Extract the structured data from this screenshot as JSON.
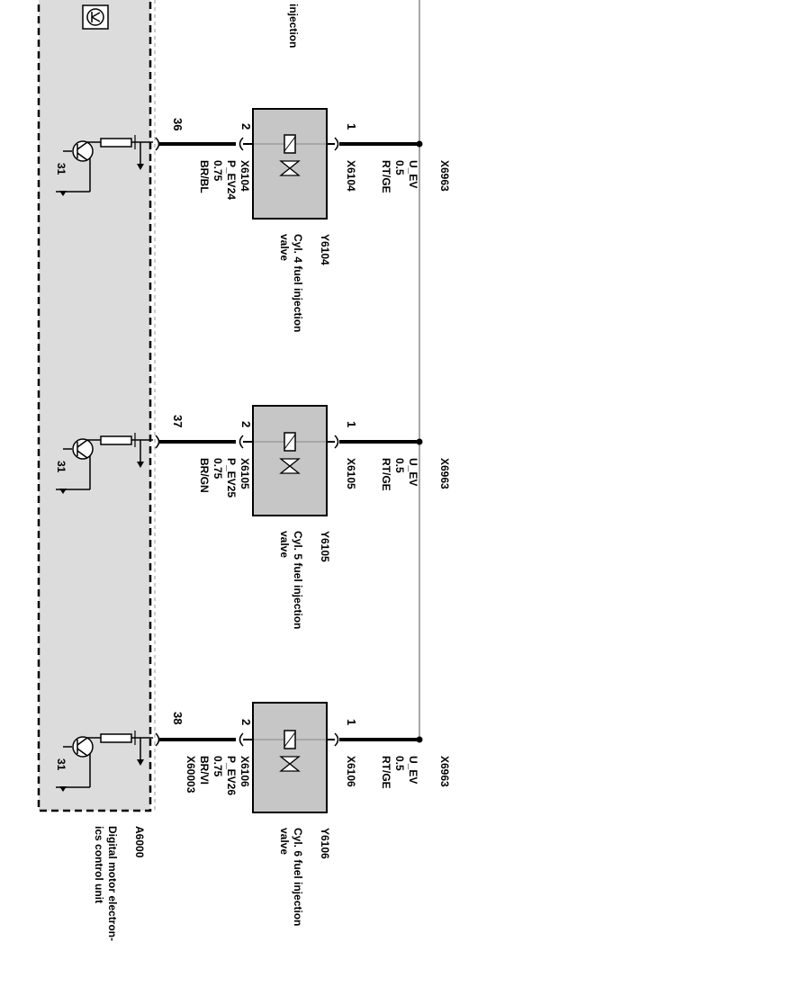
{
  "colors": {
    "ecu_fill": "#dcdcdc",
    "valve_fill": "#c6c6c6",
    "wire": "#000000",
    "rail": "#8a8a8a",
    "background": "#ffffff"
  },
  "ecu": {
    "id": "A6000",
    "name_line1": "Digital motor electron-",
    "name_line2": "ics control unit",
    "top_label_partial": "injection",
    "connector": "X60003",
    "ground_label": "31"
  },
  "circuits": [
    {
      "valve_id": "Y6104",
      "valve_name_line1": "Cyl. 4 fuel injection",
      "valve_name_line2": "valve",
      "ecu_pin": "36",
      "valve_pin_ecu_side": "2",
      "valve_pin_supply_side": "1",
      "ecu_side_connector": "X6104",
      "ecu_side_signal": "P_EV24",
      "ecu_side_size": "0.75",
      "ecu_side_color": "BR/BL",
      "supply_side_connector": "X6104",
      "supply_signal": "U_EV",
      "supply_size": "0.5",
      "supply_color": "RT/GE",
      "splice": "X6963",
      "ecu_connector": ""
    },
    {
      "valve_id": "Y6105",
      "valve_name_line1": "Cyl. 5 fuel injection",
      "valve_name_line2": "valve",
      "ecu_pin": "37",
      "valve_pin_ecu_side": "2",
      "valve_pin_supply_side": "1",
      "ecu_side_connector": "X6105",
      "ecu_side_signal": "P_EV25",
      "ecu_side_size": "0.75",
      "ecu_side_color": "BR/GN",
      "supply_side_connector": "X6105",
      "supply_signal": "U_EV",
      "supply_size": "0.5",
      "supply_color": "RT/GE",
      "splice": "X6963",
      "ecu_connector": ""
    },
    {
      "valve_id": "Y6106",
      "valve_name_line1": "Cyl. 6 fuel injection",
      "valve_name_line2": "valve",
      "ecu_pin": "38",
      "valve_pin_ecu_side": "2",
      "valve_pin_supply_side": "1",
      "ecu_side_connector": "X6106",
      "ecu_side_signal": "P_EV26",
      "ecu_side_size": "0.75",
      "ecu_side_color": "BR/VI",
      "supply_side_connector": "X6106",
      "supply_signal": "U_EV",
      "supply_size": "0.5",
      "supply_color": "RT/GE",
      "splice": "X6963",
      "ecu_connector": "X60003"
    }
  ]
}
